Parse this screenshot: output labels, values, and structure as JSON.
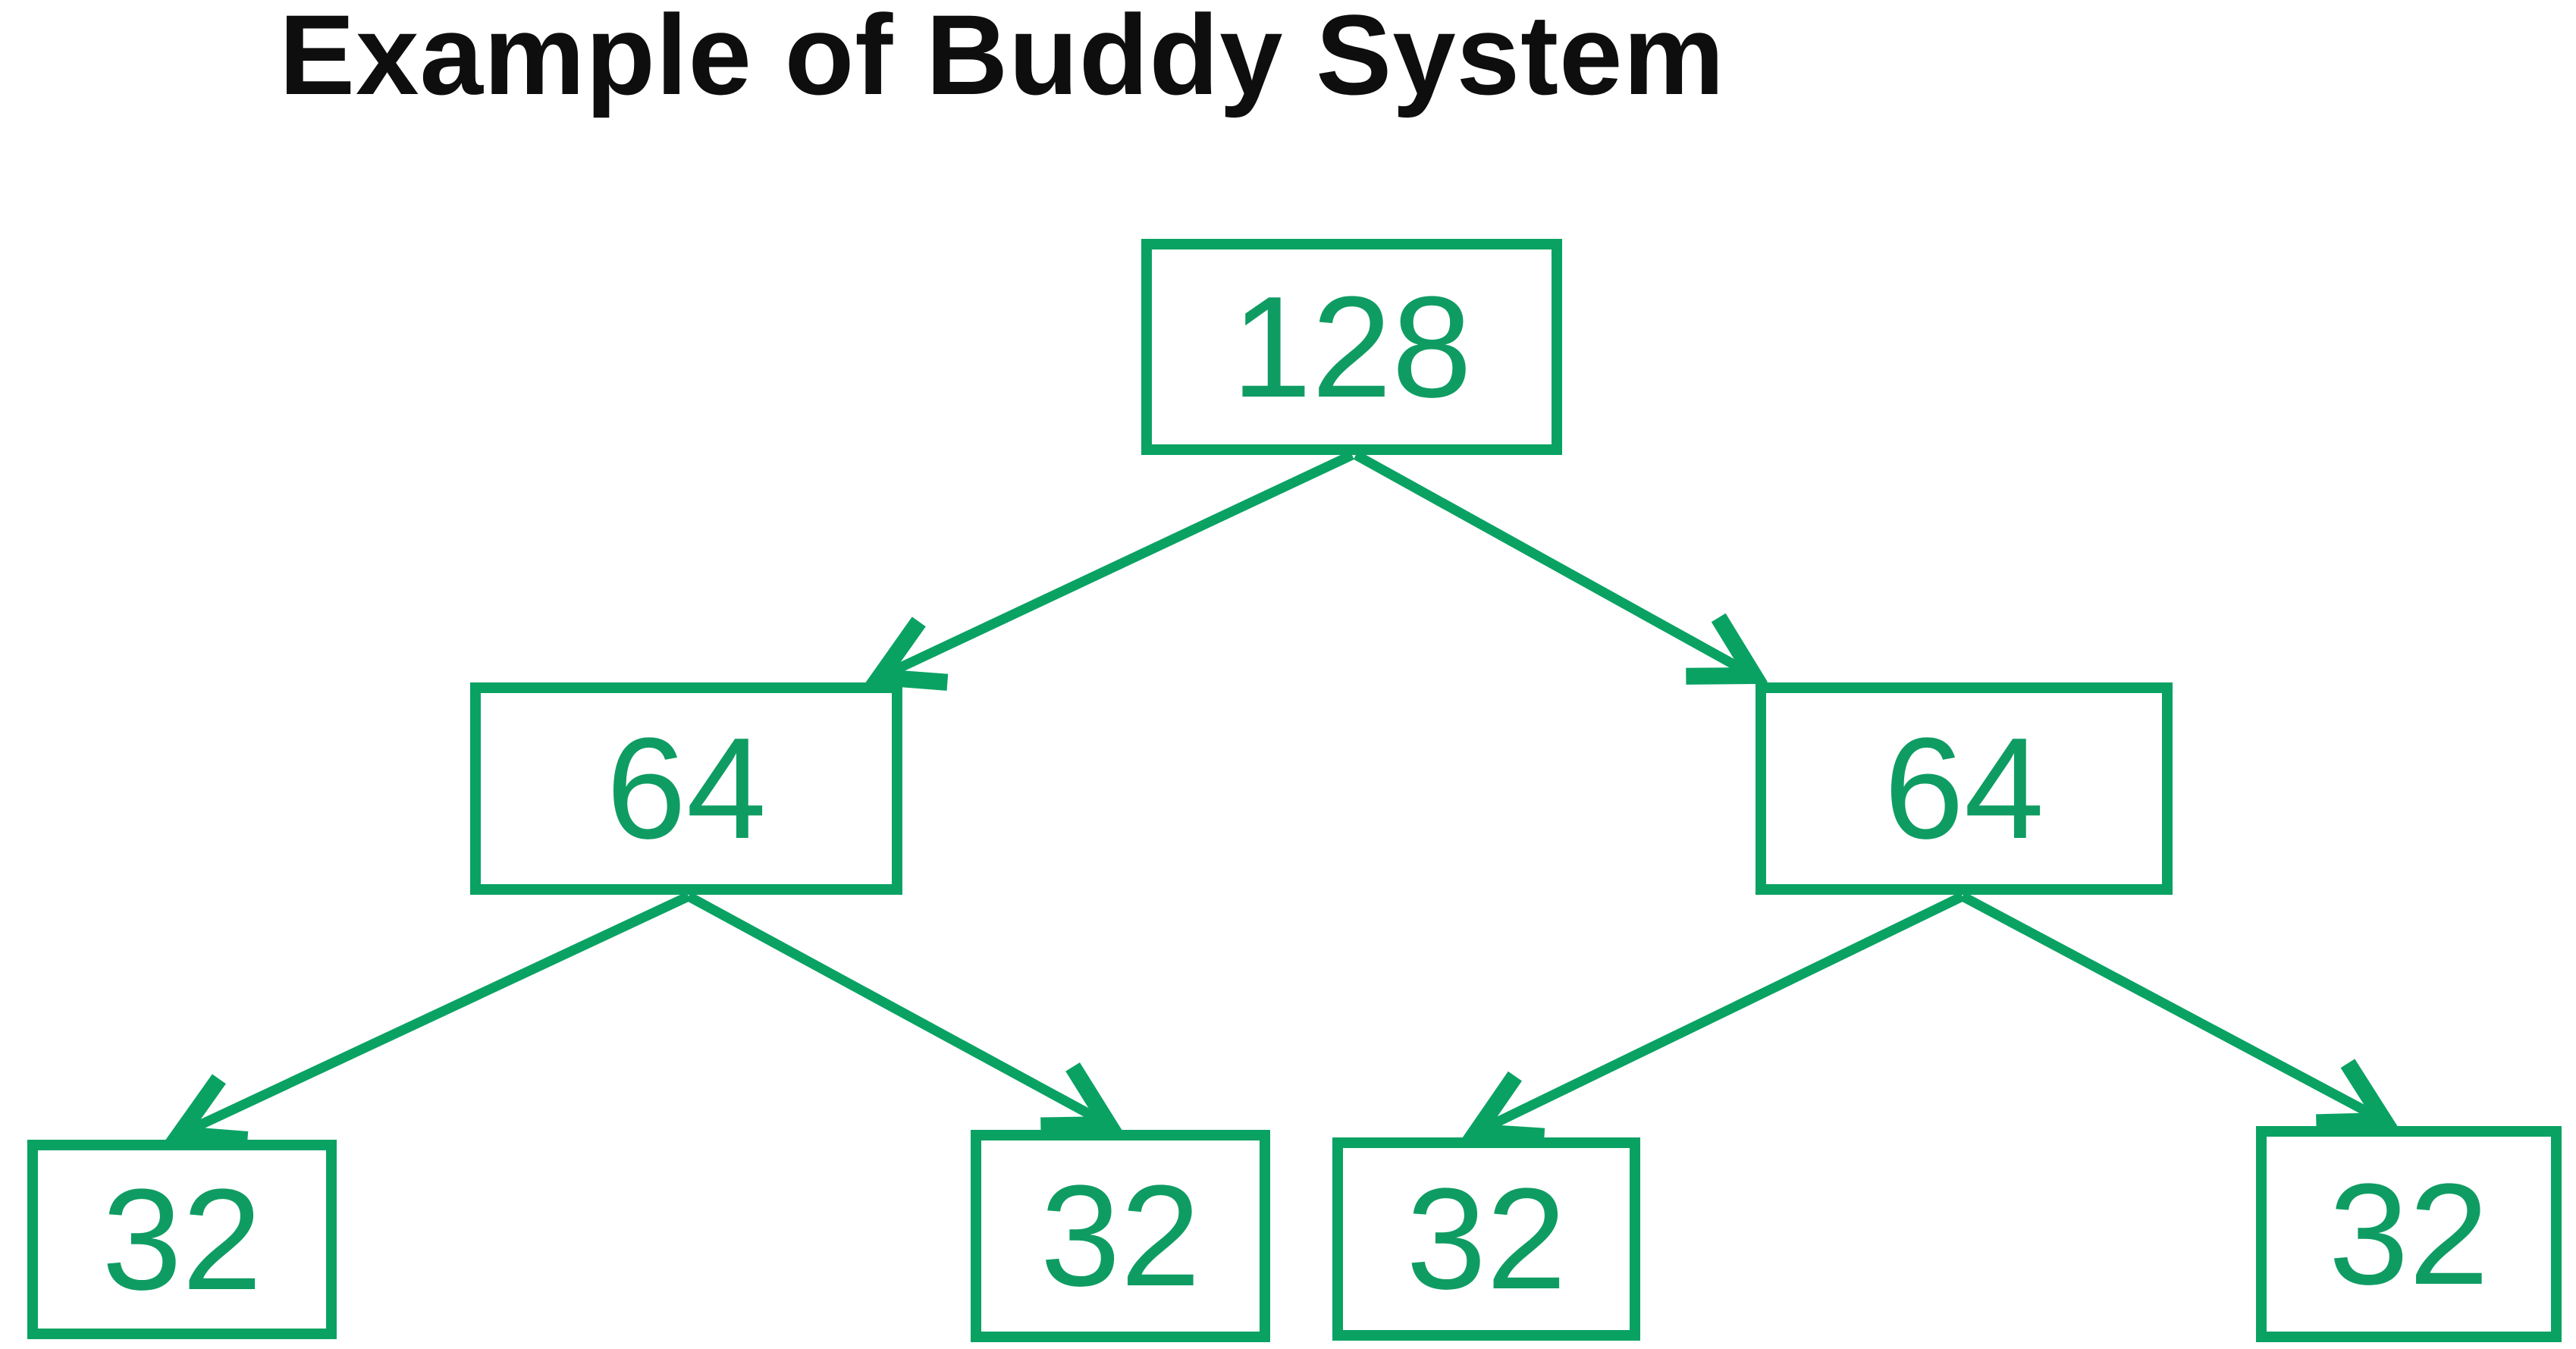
{
  "title": "Example of Buddy System",
  "colors": {
    "green": "#0aa263",
    "digit": "#0f9c63",
    "ink": "#0e0e0e",
    "bg": "#ffffff"
  },
  "diagram": {
    "type": "binary-tree",
    "root": {
      "label": "128"
    },
    "level1": [
      {
        "label": "64"
      },
      {
        "label": "64"
      }
    ],
    "level2": [
      {
        "label": "32"
      },
      {
        "label": "32"
      },
      {
        "label": "32"
      },
      {
        "label": "32"
      }
    ]
  }
}
